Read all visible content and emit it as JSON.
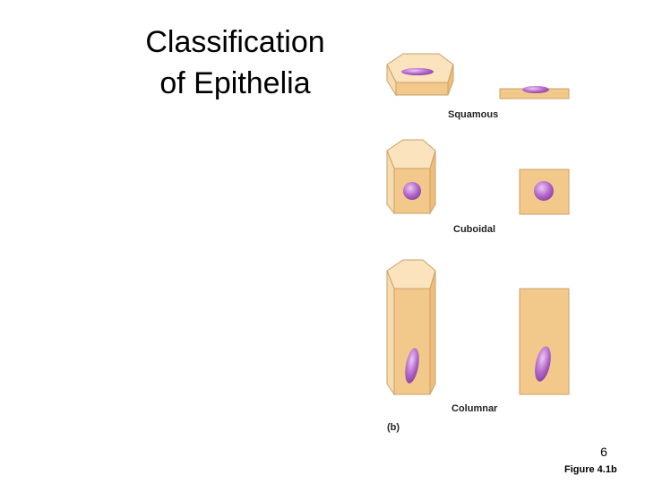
{
  "slide": {
    "title_line1": "Classification",
    "title_line2": "of Epithelia",
    "page_number": "6",
    "figure_ref": "Figure 4.1b"
  },
  "figure": {
    "panel_label": "(b)",
    "rows": [
      {
        "label": "Squamous"
      },
      {
        "label": "Cuboidal"
      },
      {
        "label": "Columnar"
      }
    ]
  },
  "colors": {
    "cell_fill": "#f2c98a",
    "cell_top": "#fbe3bd",
    "cell_stroke": "#c9a06a",
    "nucleus": "#b266c8",
    "nucleus_light": "#e2b6ee"
  }
}
